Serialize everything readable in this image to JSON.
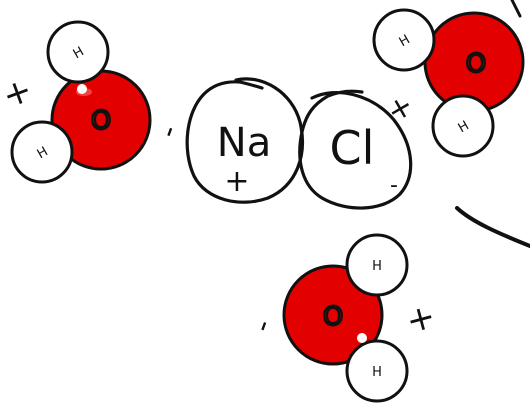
{
  "water_molecules": [
    {
      "oxygen_label": "O",
      "hydrogen_labels": [
        "H",
        "H"
      ],
      "charges": [
        "+",
        "-"
      ]
    },
    {
      "oxygen_label": "O",
      "hydrogen_labels": [
        "H",
        "H"
      ],
      "charges": [
        "+"
      ]
    },
    {
      "oxygen_label": "O",
      "hydrogen_labels": [
        "H",
        "H"
      ],
      "charges": [
        "-",
        "+"
      ]
    }
  ],
  "salt": {
    "sodium": {
      "symbol": "Na",
      "charge": "+"
    },
    "chloride": {
      "symbol": "Cl",
      "charge": "-"
    }
  },
  "colors": {
    "oxygen": "#e30000",
    "hydrogen": "#ffffff",
    "outline": "#111111",
    "ink": "#111111"
  }
}
